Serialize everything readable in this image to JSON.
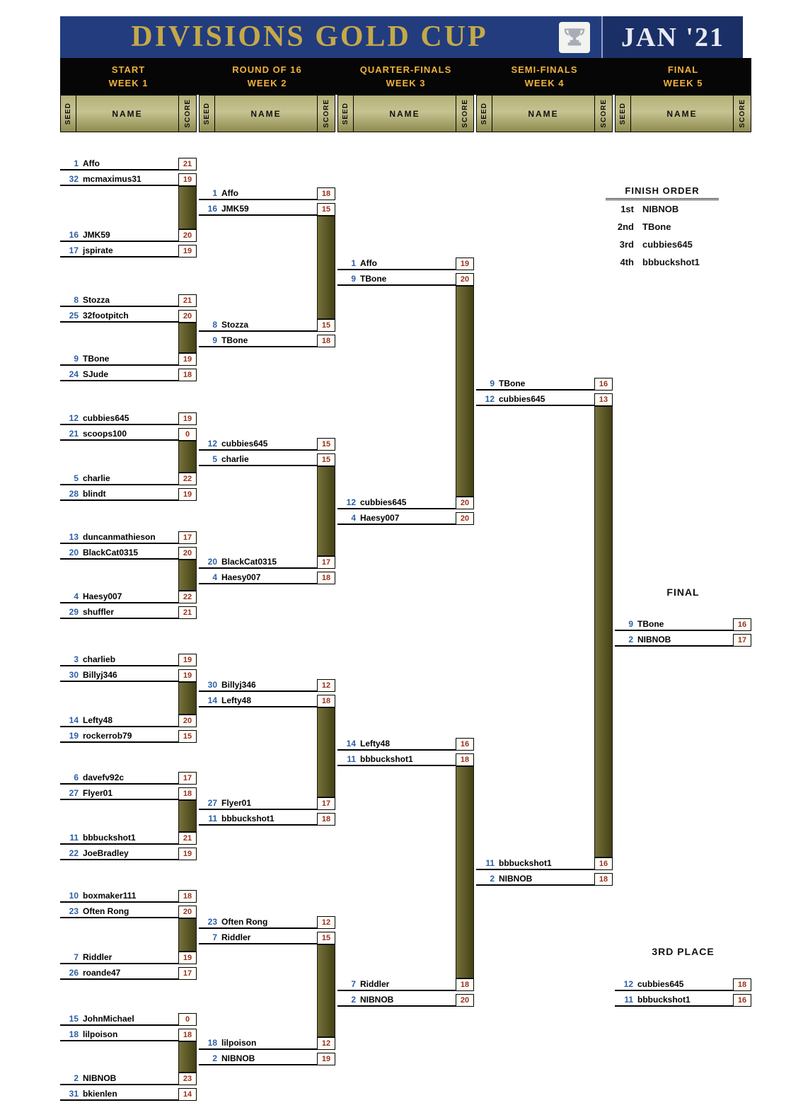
{
  "banner": {
    "title": "DIVISIONS GOLD CUP",
    "date": "JAN '21"
  },
  "rounds": [
    {
      "label": "START",
      "week": "WEEK 1"
    },
    {
      "label": "ROUND OF 16",
      "week": "WEEK 2"
    },
    {
      "label": "QUARTER-FINALS",
      "week": "WEEK 3"
    },
    {
      "label": "SEMI-FINALS",
      "week": "WEEK 4"
    },
    {
      "label": "FINAL",
      "week": "WEEK 5"
    }
  ],
  "column_headers": {
    "seed": "SEED",
    "name": "NAME",
    "score": "SCORE"
  },
  "finish_order": {
    "title": "FINISH ORDER",
    "entries": [
      {
        "place": "1st",
        "name": "NIBNOB"
      },
      {
        "place": "2nd",
        "name": "TBone"
      },
      {
        "place": "3rd",
        "name": "cubbies645"
      },
      {
        "place": "4th",
        "name": "bbbuckshot1"
      }
    ]
  },
  "section_labels": {
    "final": "FINAL",
    "third_place": "3RD PLACE"
  },
  "bracket": {
    "round_of_32": [
      {
        "p1": {
          "seed": 1,
          "name": "Affo",
          "score": 21
        },
        "p2": {
          "seed": 32,
          "name": "mcmaximus31",
          "score": 19
        }
      },
      {
        "p1": {
          "seed": 16,
          "name": "JMK59",
          "score": 20
        },
        "p2": {
          "seed": 17,
          "name": "jspirate",
          "score": 19
        }
      },
      {
        "p1": {
          "seed": 8,
          "name": "Stozza",
          "score": 21
        },
        "p2": {
          "seed": 25,
          "name": "32footpitch",
          "score": 20
        }
      },
      {
        "p1": {
          "seed": 9,
          "name": "TBone",
          "score": 19
        },
        "p2": {
          "seed": 24,
          "name": "SJude",
          "score": 18
        }
      },
      {
        "p1": {
          "seed": 12,
          "name": "cubbies645",
          "score": 19
        },
        "p2": {
          "seed": 21,
          "name": "scoops100",
          "score": 0
        }
      },
      {
        "p1": {
          "seed": 5,
          "name": "charlie",
          "score": 22
        },
        "p2": {
          "seed": 28,
          "name": "blindt",
          "score": 19
        }
      },
      {
        "p1": {
          "seed": 13,
          "name": "duncanmathieson",
          "score": 17
        },
        "p2": {
          "seed": 20,
          "name": "BlackCat0315",
          "score": 20
        }
      },
      {
        "p1": {
          "seed": 4,
          "name": "Haesy007",
          "score": 22
        },
        "p2": {
          "seed": 29,
          "name": "shuffler",
          "score": 21
        }
      },
      {
        "p1": {
          "seed": 3,
          "name": "charlieb",
          "score": 19
        },
        "p2": {
          "seed": 30,
          "name": "Billyj346",
          "score": 19
        }
      },
      {
        "p1": {
          "seed": 14,
          "name": "Lefty48",
          "score": 20
        },
        "p2": {
          "seed": 19,
          "name": "rockerrob79",
          "score": 15
        }
      },
      {
        "p1": {
          "seed": 6,
          "name": "davefv92c",
          "score": 17
        },
        "p2": {
          "seed": 27,
          "name": "Flyer01",
          "score": 18
        }
      },
      {
        "p1": {
          "seed": 11,
          "name": "bbbuckshot1",
          "score": 21
        },
        "p2": {
          "seed": 22,
          "name": "JoeBradley",
          "score": 19
        }
      },
      {
        "p1": {
          "seed": 10,
          "name": "boxmaker111",
          "score": 18
        },
        "p2": {
          "seed": 23,
          "name": "Often Rong",
          "score": 20
        }
      },
      {
        "p1": {
          "seed": 7,
          "name": "Riddler",
          "score": 19
        },
        "p2": {
          "seed": 26,
          "name": "roande47",
          "score": 17
        }
      },
      {
        "p1": {
          "seed": 15,
          "name": "JohnMichael",
          "score": 0
        },
        "p2": {
          "seed": 18,
          "name": "lilpoison",
          "score": 18
        }
      },
      {
        "p1": {
          "seed": 2,
          "name": "NIBNOB",
          "score": 23
        },
        "p2": {
          "seed": 31,
          "name": "bkienlen",
          "score": 14
        }
      }
    ],
    "round_of_16": [
      {
        "p1": {
          "seed": 1,
          "name": "Affo",
          "score": 18
        },
        "p2": {
          "seed": 16,
          "name": "JMK59",
          "score": 15
        }
      },
      {
        "p1": {
          "seed": 8,
          "name": "Stozza",
          "score": 15
        },
        "p2": {
          "seed": 9,
          "name": "TBone",
          "score": 18
        }
      },
      {
        "p1": {
          "seed": 12,
          "name": "cubbies645",
          "score": 15
        },
        "p2": {
          "seed": 5,
          "name": "charlie",
          "score": 15
        }
      },
      {
        "p1": {
          "seed": 20,
          "name": "BlackCat0315",
          "score": 17
        },
        "p2": {
          "seed": 4,
          "name": "Haesy007",
          "score": 18
        }
      },
      {
        "p1": {
          "seed": 30,
          "name": "Billyj346",
          "score": 12
        },
        "p2": {
          "seed": 14,
          "name": "Lefty48",
          "score": 18
        }
      },
      {
        "p1": {
          "seed": 27,
          "name": "Flyer01",
          "score": 17
        },
        "p2": {
          "seed": 11,
          "name": "bbbuckshot1",
          "score": 18
        }
      },
      {
        "p1": {
          "seed": 23,
          "name": "Often Rong",
          "score": 12
        },
        "p2": {
          "seed": 7,
          "name": "Riddler",
          "score": 15
        }
      },
      {
        "p1": {
          "seed": 18,
          "name": "lilpoison",
          "score": 12
        },
        "p2": {
          "seed": 2,
          "name": "NIBNOB",
          "score": 19
        }
      }
    ],
    "quarter_finals": [
      {
        "p1": {
          "seed": 1,
          "name": "Affo",
          "score": 19
        },
        "p2": {
          "seed": 9,
          "name": "TBone",
          "score": 20
        }
      },
      {
        "p1": {
          "seed": 12,
          "name": "cubbies645",
          "score": 20
        },
        "p2": {
          "seed": 4,
          "name": "Haesy007",
          "score": 20
        }
      },
      {
        "p1": {
          "seed": 14,
          "name": "Lefty48",
          "score": 16
        },
        "p2": {
          "seed": 11,
          "name": "bbbuckshot1",
          "score": 18
        }
      },
      {
        "p1": {
          "seed": 7,
          "name": "Riddler",
          "score": 18
        },
        "p2": {
          "seed": 2,
          "name": "NIBNOB",
          "score": 20
        }
      }
    ],
    "semi_finals": [
      {
        "p1": {
          "seed": 9,
          "name": "TBone",
          "score": 16
        },
        "p2": {
          "seed": 12,
          "name": "cubbies645",
          "score": 13
        }
      },
      {
        "p1": {
          "seed": 11,
          "name": "bbbuckshot1",
          "score": 16
        },
        "p2": {
          "seed": 2,
          "name": "NIBNOB",
          "score": 18
        }
      }
    ],
    "final": [
      {
        "p1": {
          "seed": 9,
          "name": "TBone",
          "score": 16
        },
        "p2": {
          "seed": 2,
          "name": "NIBNOB",
          "score": 17
        }
      }
    ],
    "third_place": [
      {
        "p1": {
          "seed": 12,
          "name": "cubbies645",
          "score": 18
        },
        "p2": {
          "seed": 11,
          "name": "bbbuckshot1",
          "score": 16
        }
      }
    ]
  },
  "colors": {
    "banner_blue": "#223c7e",
    "banner_blue_dark": "#1a2f66",
    "banner_gold": "#c5a948",
    "week_label_gold": "#f0b23c",
    "header_olive": "#a8a565",
    "connector_olive": "#5a5626",
    "seed_blue": "#2a5fa5",
    "score_red": "#983023"
  }
}
